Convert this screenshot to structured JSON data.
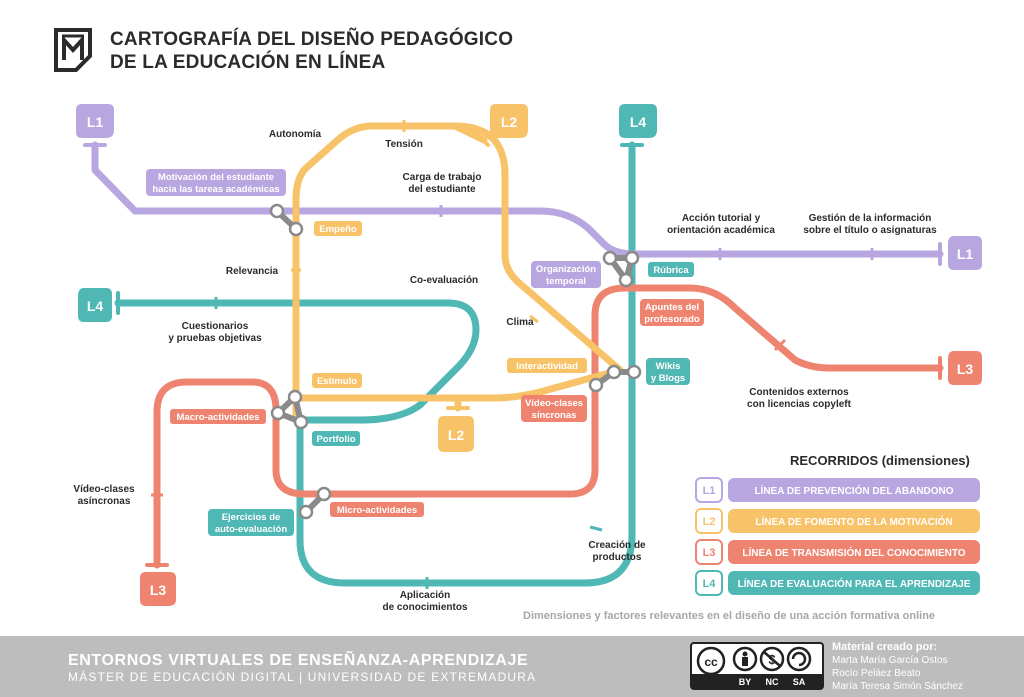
{
  "header": {
    "title_line1": "CARTOGRAFÍA DEL DISEÑO PEDAGÓGICO",
    "title_line2": "DE LA EDUCACIÓN EN LÍNEA"
  },
  "lines": {
    "l1": {
      "code": "L1",
      "color": "#b7a6e0",
      "name": "LÍNEA DE PREVENCIÓN DEL ABANDONO"
    },
    "l2": {
      "code": "L2",
      "color": "#f8c268",
      "name": "LÍNEA DE FOMENTO DE LA MOTIVACIÓN"
    },
    "l3": {
      "code": "L3",
      "color": "#ee8470",
      "name": "LÍNEA DE TRANSMISIÓN DEL CONOCIMIENTO"
    },
    "l4": {
      "code": "L4",
      "color": "#4fb7b4",
      "name": "LÍNEA DE EVALUACIÓN PARA EL APRENDIZAJE"
    }
  },
  "legend": {
    "title": "RECORRIDOS (dimensiones)"
  },
  "labels": {
    "autonomia": "Autonomía",
    "tension": "Tensión",
    "carga1": "Carga de trabajo",
    "carga2": "del estudiante",
    "motiv1": "Motivación del estudiante",
    "motiv2": "hacia las tareas académicas",
    "empeno": "Empeño",
    "relevancia": "Relevancia",
    "coeval": "Co-evaluación",
    "cuest1": "Cuestionarios",
    "cuest2": "y pruebas objetivas",
    "clima": "Clima",
    "interactividad": "Interactividad",
    "estimulo": "Estímulo",
    "macro": "Macro-actividades",
    "portfolio": "Portfolio",
    "videosinc1": "Vídeo-clases",
    "videosinc2": "síncronas",
    "wikis1": "Wikis",
    "wikis2": "y Blogs",
    "org1": "Organización",
    "org2": "temporal",
    "rubrica": "Rúbrica",
    "apuntes1": "Apuntes del",
    "apuntes2": "profesorado",
    "accion1": "Acción tutorial y",
    "accion2": "orientación académica",
    "gestion1": "Gestión de la información",
    "gestion2": "sobre el título o asignaturas",
    "contenidos1": "Contenidos externos",
    "contenidos2": "con licencias copyleft",
    "videoasinc1": "Vídeo-clases",
    "videoasinc2": "asíncronas",
    "ejerc1": "Ejercicios de",
    "ejerc2": "auto-evaluación",
    "micro": "Micro-actividades",
    "creacion1": "Creación de",
    "creacion2": "productos",
    "aplic1": "Aplicación",
    "aplic2": "de conocimientos"
  },
  "subtitle": "Dimensiones y factores relevantes en el diseño de una acción formativa online",
  "footer": {
    "line1": "ENTORNOS VIRTUALES DE ENSEÑANZA-APRENDIZAJE",
    "line2": "MÁSTER DE EDUCACIÓN DIGITAL | UNIVERSIDAD DE EXTREMADURA",
    "credit_head": "Material creado por:",
    "author1": "Marta María García Ostos",
    "author2": "Rocío Peláez Beato",
    "author3": "María Teresa Simón Sánchez",
    "cc_by": "BY",
    "cc_nc": "NC",
    "cc_sa": "SA"
  }
}
